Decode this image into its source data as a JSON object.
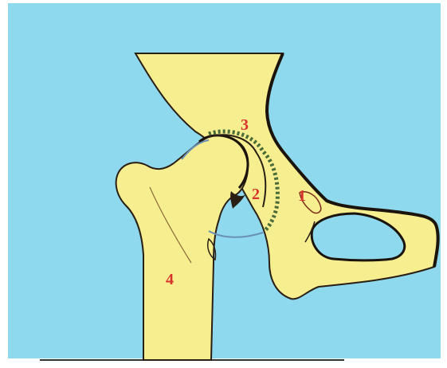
{
  "diagram": {
    "labels": {
      "one": "1",
      "two": "2",
      "three": "3",
      "four": "4"
    },
    "colors": {
      "background": "#8fd9ee",
      "bone": "#f7ee8f",
      "bone_outline": "#2a1f14",
      "label": "#d8332d",
      "joint_capsule": "#6a8fb4",
      "cartilage": "#4a6b3a"
    }
  }
}
